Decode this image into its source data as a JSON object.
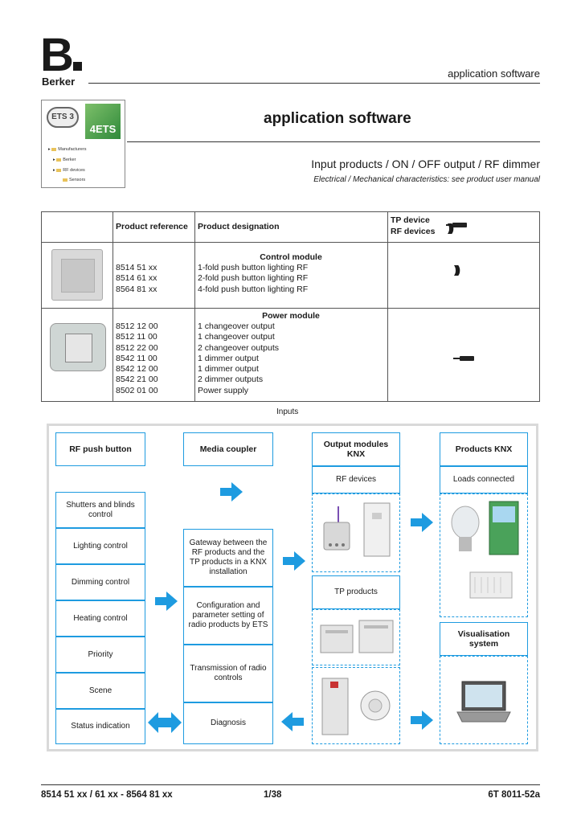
{
  "header": {
    "logo_letter": "B",
    "brand": "Berker",
    "section": "application software"
  },
  "ets_panel": {
    "ets3_label": "ETS 3",
    "ets4_label": "4ETS",
    "tree": [
      "Manufacturers",
      "Berker",
      "RF devices",
      "Sensors"
    ]
  },
  "title": "application software",
  "subtitle": "Input products / ON / OFF output / RF dimmer",
  "subnote": "Electrical / Mechanical characteristics: see product user manual",
  "table": {
    "col_ref": "Product reference",
    "col_designation": "Product designation",
    "col_tp": "TP device",
    "col_rf": "RF devices",
    "groups": [
      {
        "title": "Control module",
        "refs": [
          "8514 51 xx",
          "8514 61 xx",
          "8564 81 xx"
        ],
        "designations": [
          "1-fold push button lighting RF",
          "2-fold push button lighting RF",
          "4-fold push button lighting RF"
        ],
        "device_icon": "rf-icon"
      },
      {
        "title": "Power module",
        "refs": [
          "8512 12 00",
          "8512 11 00",
          "8512 22 00",
          "8542 11 00",
          "8542 12 00",
          "8542 21 00",
          "8502 01 00"
        ],
        "designations": [
          "1 changeover output",
          "1 changeover output",
          "2 changeover outputs",
          "1 dimmer output",
          "1 dimmer output",
          "2 dimmer outputs",
          "Power supply"
        ],
        "device_icon": "tp-icon"
      }
    ]
  },
  "inputs_caption": "Inputs",
  "diagram": {
    "accent": "#1e9be0",
    "col1_head": "RF push button",
    "col2_head": "Media coupler",
    "col3_head": "Output modules KNX",
    "col4_head": "Products KNX",
    "rf_devices": "RF devices",
    "loads_connected": "Loads connected",
    "tp_products": "TP products",
    "visualisation": "Visualisation system",
    "functions": [
      "Shutters and blinds control",
      "Lighting control",
      "Dimming control",
      "Heating control",
      "Priority",
      "Scene",
      "Status indication"
    ],
    "coupler_items": [
      "Gateway between the RF products and the TP products in a KNX installation",
      "Configuration and parameter setting of radio products by ETS",
      "Transmission of radio controls",
      "Diagnosis"
    ]
  },
  "footer": {
    "ref": "8514 51 xx / 61 xx - 8564 81 xx",
    "page": "1/38",
    "doc": "6T 8011-52a"
  }
}
